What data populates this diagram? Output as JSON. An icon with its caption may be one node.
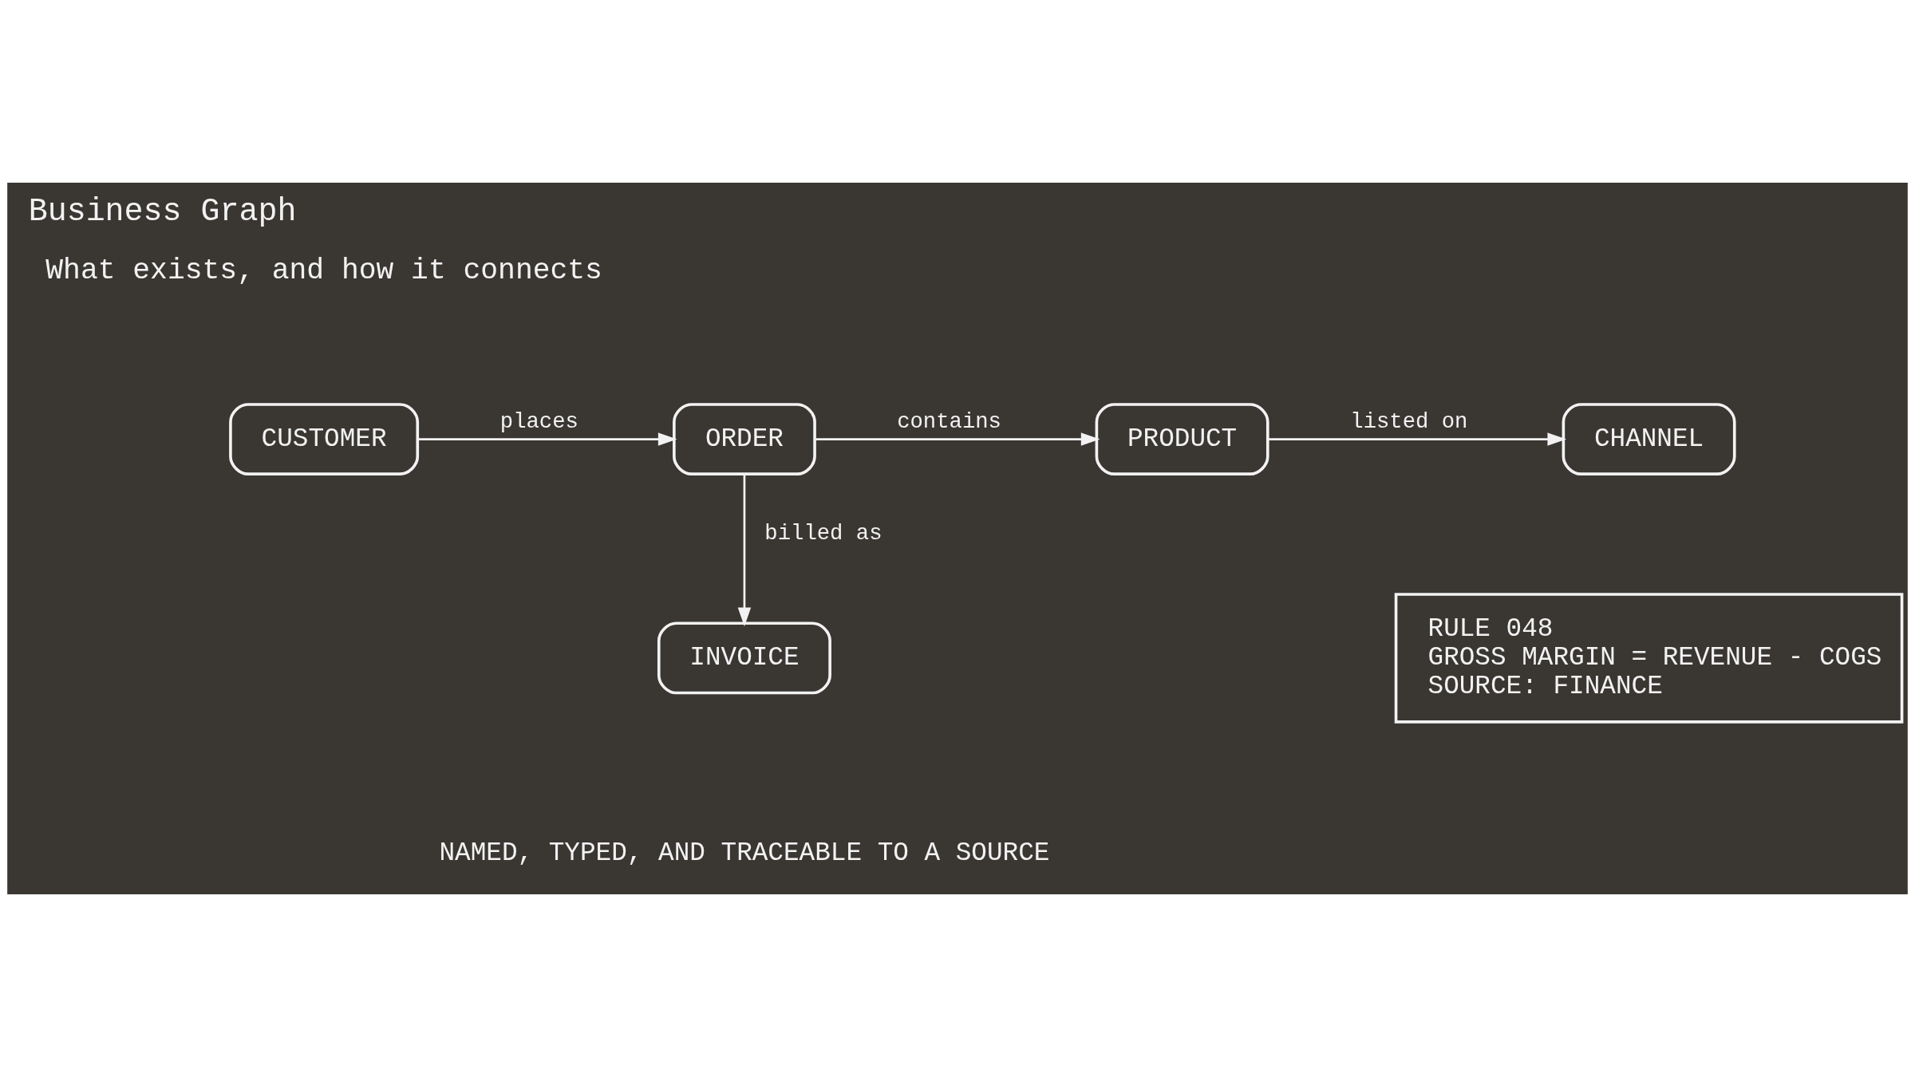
{
  "diagram": {
    "title": "Business Graph",
    "caption": "NAMED, TYPED, AND TRACEABLE TO A SOURCE",
    "nodes": [
      {
        "text": [
          "CUSTOMER"
        ]
      },
      {
        "text": [
          "ORDER"
        ]
      },
      {
        "text": [
          "PRODUCT"
        ]
      },
      {
        "text": [
          "CHANNEL"
        ]
      },
      {
        "text": [
          "INVOICE"
        ]
      },
      {
        "text": [
          "RULE 048",
          "GROSS MARGIN = REVENUE - COGS",
          "SOURCE: FINANCE"
        ]
      }
    ],
    "edges": [
      {
        "from": 0,
        "to": 1,
        "arrow": "to",
        "label": "places"
      },
      {
        "from": 1,
        "to": 2,
        "arrow": "to",
        "label": "contains"
      },
      {
        "from": 2,
        "to": 3,
        "arrow": "to",
        "label": "listed on"
      },
      {
        "from": 1,
        "to": 4,
        "arrow": "to",
        "label": "billed as"
      }
    ],
    "labels": [
      "What exists, and how it connects"
    ]
  }
}
